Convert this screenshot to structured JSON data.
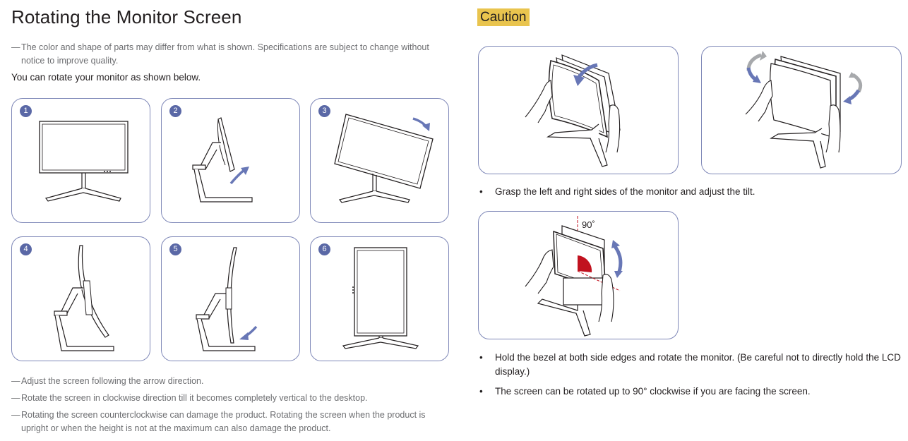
{
  "page": {
    "title": "Rotating the Monitor Screen",
    "top_note": "The color and shape of parts may differ from what is shown. Specifications are subject to change without notice to improve quality.",
    "intro": "You can rotate your monitor as shown below.",
    "steps": [
      "1",
      "2",
      "3",
      "4",
      "5",
      "6"
    ],
    "bottom_notes": [
      "Adjust the screen following the arrow direction.",
      "Rotate the screen in clockwise direction till it becomes completely vertical to the desktop.",
      "Rotating the screen counterclockwise can damage the product. Rotating the screen when the product is upright or when the height is not at the maximum can also damage the product."
    ],
    "note_marker": "―"
  },
  "caution": {
    "heading": "Caution",
    "angle_label": "90˚",
    "bullet_marker": "•",
    "bullets": [
      "Grasp the left and right sides of the monitor and adjust the tilt.",
      "Hold the bezel at both side edges and rotate the monitor. (Be careful not to directly hold the LCD display.)",
      "The screen can be rotated up to 90° clockwise if you are facing the screen."
    ]
  },
  "colors": {
    "panel_border": "#7f88b8",
    "step_badge": "#5a68a6",
    "arrow_blue": "#6877b6",
    "arrow_gray": "#a7a9ac",
    "caution_highlight": "#e9c44e",
    "angle_red": "#c1121f"
  },
  "icons": [
    "monitor-front-illustration",
    "monitor-side-illustration",
    "arrow-icon",
    "hand-illustration"
  ]
}
